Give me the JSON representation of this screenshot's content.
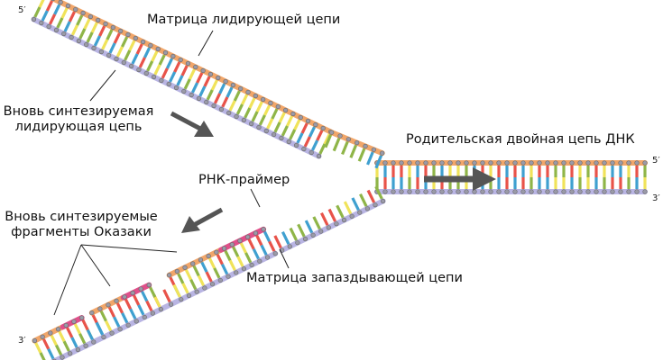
{
  "labels": {
    "leading_template": "Матрица лидирующей цепи",
    "new_leading_1": "Вновь синтезируемая",
    "new_leading_2": "лидирующая цепь",
    "parent_dna": "Родительская двойная цепь ДНК",
    "rna_primer": "РНК-праймер",
    "okazaki_1": "Вновь синтезируемые",
    "okazaki_2": "фрагменты Оказаки",
    "lagging_template": "Матрица запаздывающей цепи"
  },
  "ends": {
    "top_left": "5′",
    "right_top": "5′",
    "right_bottom": "3′",
    "bottom_left": "3′"
  },
  "colors": {
    "template_backbone": "#f1a66a",
    "new_backbone": "#b9b5e3",
    "primer": "#e0508a",
    "arrow": "#555555",
    "base_a": "#e8534a",
    "base_t": "#3fa0d0",
    "base_g": "#f0e35a",
    "base_c": "#8fb548"
  }
}
